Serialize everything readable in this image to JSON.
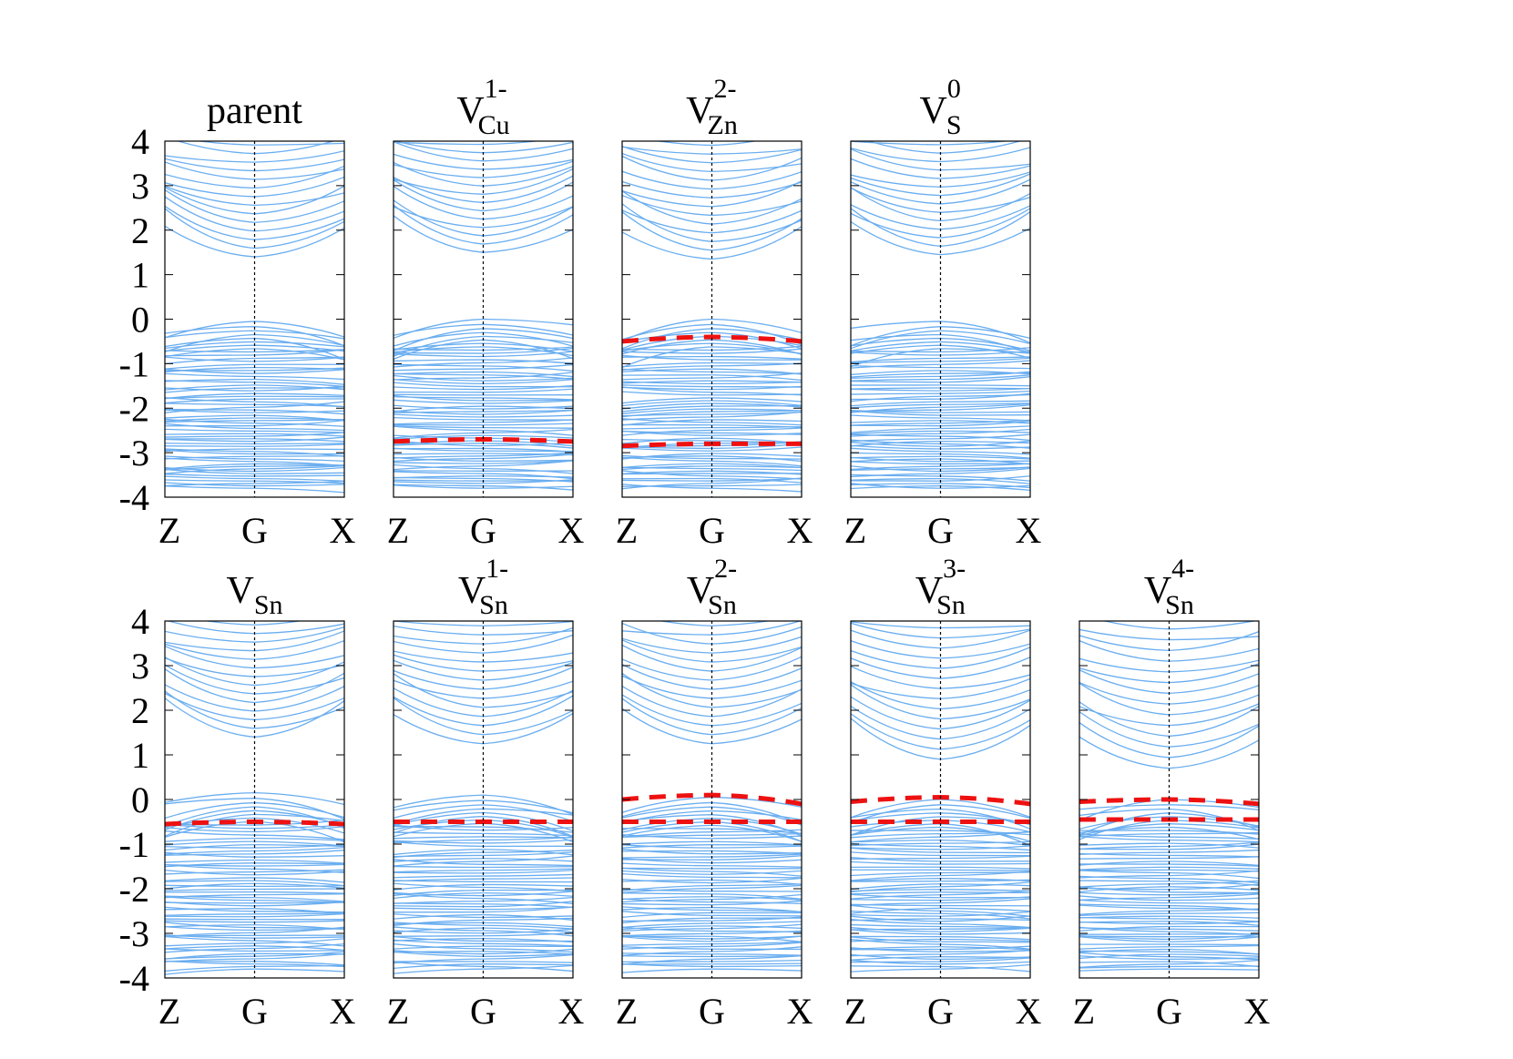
{
  "colors": {
    "band": "#6aaef0",
    "defect": "#ee1111",
    "axis": "#000000"
  },
  "chart_data": [
    {
      "type": "line",
      "title": {
        "base": "parent",
        "sub": "",
        "sup": ""
      },
      "xlabel": "",
      "ylabel": "",
      "xticks": [
        "Z",
        "G",
        "X"
      ],
      "yticks": [
        "4",
        "3",
        "2",
        "1",
        "0",
        "-1",
        "-2",
        "-3",
        "-4"
      ],
      "ylim": [
        -4,
        4
      ],
      "grid": false,
      "band_regions": {
        "conduction": [
          1.4,
          4.0
        ],
        "valence": [
          -4.0,
          -0.05
        ]
      },
      "vbm_at_G": -0.05,
      "cbm_at_G": 1.4,
      "defect_levels": []
    },
    {
      "type": "line",
      "title": {
        "base": "V",
        "sub": "Cu",
        "sup": "1-"
      },
      "xlabel": "",
      "ylabel": "",
      "xticks": [
        "Z",
        "G",
        "X"
      ],
      "yticks": [
        "4",
        "3",
        "2",
        "1",
        "0",
        "-1",
        "-2",
        "-3",
        "-4"
      ],
      "ylim": [
        -4,
        4
      ],
      "grid": false,
      "band_regions": {
        "conduction": [
          1.5,
          4.0
        ],
        "valence": [
          -4.0,
          0.0
        ]
      },
      "vbm_at_G": 0.0,
      "cbm_at_G": 1.5,
      "defect_levels": [
        {
          "y": [
            -2.75,
            -2.7,
            -2.75
          ]
        }
      ]
    },
    {
      "type": "line",
      "title": {
        "base": "V",
        "sub": "Zn",
        "sup": "2-"
      },
      "xlabel": "",
      "ylabel": "",
      "xticks": [
        "Z",
        "G",
        "X"
      ],
      "yticks": [
        "4",
        "3",
        "2",
        "1",
        "0",
        "-1",
        "-2",
        "-3",
        "-4"
      ],
      "ylim": [
        -4,
        4
      ],
      "grid": false,
      "band_regions": {
        "conduction": [
          1.35,
          4.0
        ],
        "valence": [
          -4.0,
          0.0
        ]
      },
      "vbm_at_G": 0.0,
      "cbm_at_G": 1.35,
      "defect_levels": [
        {
          "y": [
            -0.5,
            -0.4,
            -0.5
          ]
        },
        {
          "y": [
            -2.85,
            -2.8,
            -2.8
          ]
        }
      ]
    },
    {
      "type": "line",
      "title": {
        "base": "V",
        "sub": "S",
        "sup": "0"
      },
      "xlabel": "",
      "ylabel": "",
      "xticks": [
        "Z",
        "G",
        "X"
      ],
      "yticks": [
        "4",
        "3",
        "2",
        "1",
        "0",
        "-1",
        "-2",
        "-3",
        "-4"
      ],
      "ylim": [
        -4,
        4
      ],
      "grid": false,
      "band_regions": {
        "conduction": [
          1.45,
          4.0
        ],
        "valence": [
          -4.0,
          -0.05
        ]
      },
      "vbm_at_G": -0.05,
      "cbm_at_G": 1.45,
      "defect_levels": []
    },
    {
      "type": "line",
      "title": {
        "base": "V",
        "sub": "Sn",
        "sup": ""
      },
      "xlabel": "",
      "ylabel": "",
      "xticks": [
        "Z",
        "G",
        "X"
      ],
      "yticks": [
        "4",
        "3",
        "2",
        "1",
        "0",
        "-1",
        "-2",
        "-3",
        "-4"
      ],
      "ylim": [
        -4,
        4
      ],
      "grid": false,
      "band_regions": {
        "conduction": [
          1.4,
          4.0
        ],
        "valence": [
          -4.0,
          0.15
        ]
      },
      "vbm_at_G": 0.15,
      "cbm_at_G": 1.4,
      "defect_levels": [
        {
          "y": [
            -0.55,
            -0.5,
            -0.55
          ]
        }
      ]
    },
    {
      "type": "line",
      "title": {
        "base": "V",
        "sub": "Sn",
        "sup": "1-"
      },
      "xlabel": "",
      "ylabel": "",
      "xticks": [
        "Z",
        "G",
        "X"
      ],
      "yticks": [
        "4",
        "3",
        "2",
        "1",
        "0",
        "-1",
        "-2",
        "-3",
        "-4"
      ],
      "ylim": [
        -4,
        4
      ],
      "grid": false,
      "band_regions": {
        "conduction": [
          1.25,
          4.0
        ],
        "valence": [
          -4.0,
          0.1
        ]
      },
      "vbm_at_G": 0.1,
      "cbm_at_G": 1.25,
      "defect_levels": [
        {
          "y": [
            -0.5,
            -0.5,
            -0.5
          ]
        }
      ]
    },
    {
      "type": "line",
      "title": {
        "base": "V",
        "sub": "Sn",
        "sup": "2-"
      },
      "xlabel": "",
      "ylabel": "",
      "xticks": [
        "Z",
        "G",
        "X"
      ],
      "yticks": [
        "4",
        "3",
        "2",
        "1",
        "0",
        "-1",
        "-2",
        "-3",
        "-4"
      ],
      "ylim": [
        -4,
        4
      ],
      "grid": false,
      "band_regions": {
        "conduction": [
          1.25,
          4.0
        ],
        "valence": [
          -4.0,
          0.05
        ]
      },
      "vbm_at_G": 0.05,
      "cbm_at_G": 1.25,
      "defect_levels": [
        {
          "y": [
            0.0,
            0.1,
            -0.1
          ]
        },
        {
          "y": [
            -0.5,
            -0.5,
            -0.5
          ]
        }
      ]
    },
    {
      "type": "line",
      "title": {
        "base": "V",
        "sub": "Sn",
        "sup": "3-"
      },
      "xlabel": "",
      "ylabel": "",
      "xticks": [
        "Z",
        "G",
        "X"
      ],
      "yticks": [
        "4",
        "3",
        "2",
        "1",
        "0",
        "-1",
        "-2",
        "-3",
        "-4"
      ],
      "ylim": [
        -4,
        4
      ],
      "grid": false,
      "band_regions": {
        "conduction": [
          0.9,
          4.0
        ],
        "valence": [
          -4.0,
          0.0
        ]
      },
      "vbm_at_G": 0.0,
      "cbm_at_G": 0.9,
      "defect_levels": [
        {
          "y": [
            -0.05,
            0.05,
            -0.1
          ]
        },
        {
          "y": [
            -0.5,
            -0.5,
            -0.5
          ]
        }
      ]
    },
    {
      "type": "line",
      "title": {
        "base": "V",
        "sub": "Sn",
        "sup": "4-"
      },
      "xlabel": "",
      "ylabel": "",
      "xticks": [
        "Z",
        "G",
        "X"
      ],
      "yticks": [
        "4",
        "3",
        "2",
        "1",
        "0",
        "-1",
        "-2",
        "-3",
        "-4"
      ],
      "ylim": [
        -4,
        4
      ],
      "grid": false,
      "band_regions": {
        "conduction": [
          0.7,
          4.0
        ],
        "valence": [
          -4.0,
          0.0
        ]
      },
      "vbm_at_G": 0.0,
      "cbm_at_G": 0.7,
      "defect_levels": [
        {
          "y": [
            -0.05,
            0.0,
            -0.1
          ]
        },
        {
          "y": [
            -0.45,
            -0.45,
            -0.45
          ]
        }
      ]
    }
  ]
}
